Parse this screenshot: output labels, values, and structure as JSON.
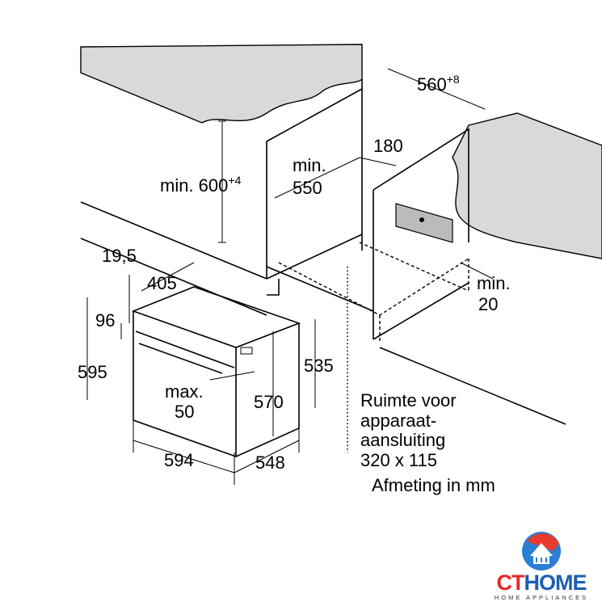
{
  "dimensions": {
    "niche_depth": {
      "value": "560",
      "sup": "+8"
    },
    "niche_height": {
      "prefix": "min. 600",
      "sup": "+4"
    },
    "niche_width": {
      "line1": "min.",
      "line2": "550"
    },
    "socket_offset": "180",
    "rear_gap": {
      "line1": "min.",
      "line2": "20"
    },
    "front_trim": "19,5",
    "depth_top": "405",
    "panel_height": "96",
    "total_height": "595",
    "side_height": "535",
    "handle": {
      "line1": "max.",
      "line2": "50"
    },
    "body_height": "570",
    "width": "594",
    "depth": "548"
  },
  "note": {
    "lines": [
      "Ruimte voor",
      "apparaat-",
      "aansluiting",
      "320 x 115"
    ],
    "unit_label": "Afmeting in mm"
  },
  "logo": {
    "brand_part1": "CT",
    "brand_part2": "HOME",
    "tagline": "HOME APPLIANCES"
  },
  "colors": {
    "worktop": "#d9d9d9",
    "brand_red": "#e32a2a",
    "brand_blue": "#1c5fb5"
  }
}
